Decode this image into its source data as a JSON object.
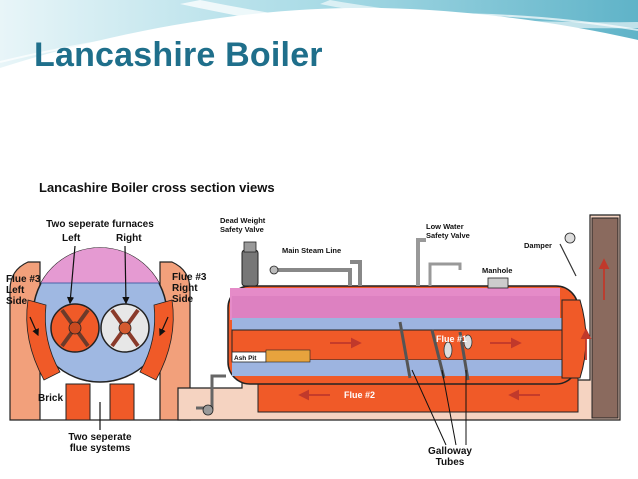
{
  "slide": {
    "title": "Lancashire Boiler"
  },
  "figure": {
    "title": "Lancashire Boiler",
    "subtitle": "cross section views"
  },
  "end_view": {
    "furnaces_heading": "Two seperate furnaces",
    "left": "Left",
    "right": "Right",
    "flue3_left": [
      "Flue #3",
      "Left",
      "Side"
    ],
    "flue3_right": [
      "Flue #3",
      "Right",
      "Side"
    ],
    "brick": "Brick",
    "flue_systems": [
      "Two seperate",
      "flue systems"
    ]
  },
  "side_view": {
    "dead_weight_valve": [
      "Dead Weight",
      "Safety Valve"
    ],
    "main_steam_line": "Main Steam Line",
    "low_water_valve": [
      "Low Water",
      "Safety Valve"
    ],
    "damper": "Damper",
    "manhole": "Manhole",
    "ash_pit": "Ash Pit",
    "flue1": "Flue #1",
    "flue2": "Flue #2",
    "galloway_tubes": [
      "Galloway",
      "Tubes"
    ]
  },
  "colors": {
    "banner_teal": "#7fc6d6",
    "title_blue": "#1f6f8b",
    "flue_orange": "#f05a28",
    "water_blue": "#8fa9d8",
    "steam_pink": "#e58bc8",
    "brick_brown": "#8a5a4a"
  }
}
